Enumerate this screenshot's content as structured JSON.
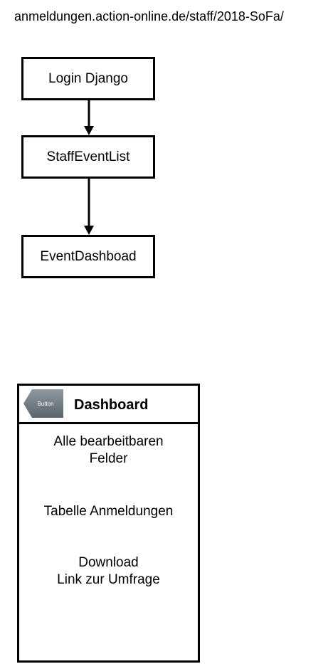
{
  "url": "anmeldungen.action-online.de/staff/2018-SoFa/",
  "flow": {
    "steps": [
      "Login Django",
      "StaffEventList",
      "EventDashboad"
    ]
  },
  "dashboard": {
    "back_button_label": "Button",
    "title": "Dashboard",
    "items": [
      "Alle bearbeitbaren\nFelder",
      "Tabelle Anmeldungen",
      "Download\nLink zur Umfrage"
    ]
  }
}
